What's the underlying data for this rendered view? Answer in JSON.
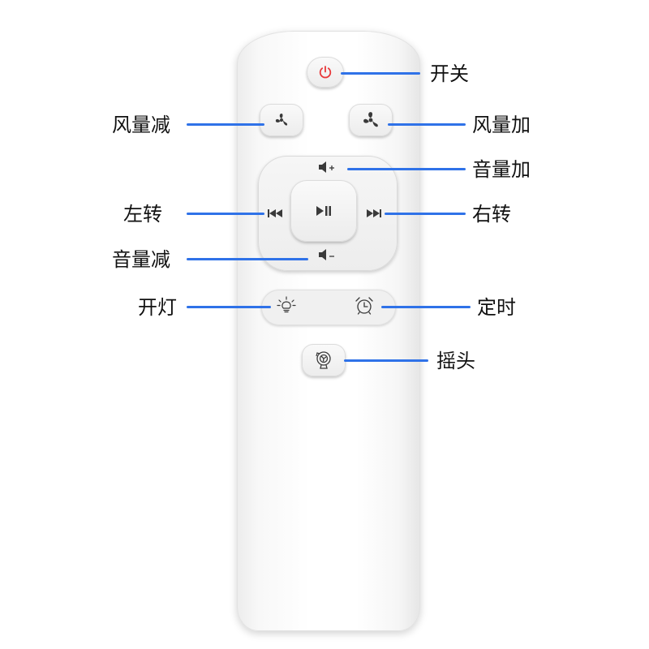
{
  "labels": {
    "power": "开关",
    "fan_down": "风量减",
    "fan_up": "风量加",
    "vol_up": "音量加",
    "turn_left": "左转",
    "turn_right": "右转",
    "vol_down": "音量减",
    "light": "开灯",
    "timer": "定时",
    "swing": "摇头"
  },
  "colors": {
    "callout_line": "#2f72e8",
    "power_icon": "#e8383a"
  },
  "icons": {
    "power": "power-icon",
    "fan": "fan-icon",
    "volume_up": "volume-up-icon",
    "volume_down": "volume-down-icon",
    "previous": "previous-track-icon",
    "play_pause": "play-pause-icon",
    "next": "next-track-icon",
    "light": "light-bulb-icon",
    "timer": "alarm-clock-icon",
    "swing": "oscillate-icon"
  }
}
